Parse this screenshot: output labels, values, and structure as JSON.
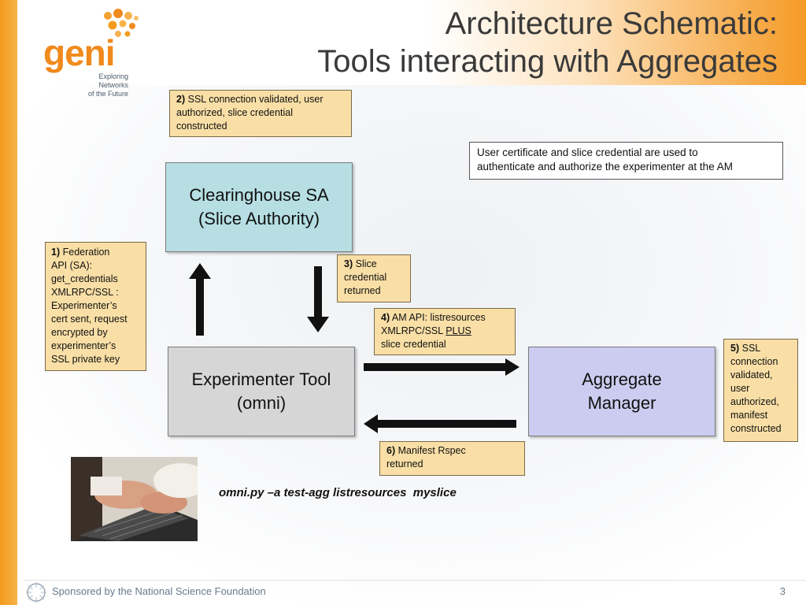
{
  "logo": {
    "word": "geni",
    "tagline_1": "Exploring Networks",
    "tagline_2": "of the Future"
  },
  "title": {
    "line1": "Architecture Schematic:",
    "line2": "Tools interacting with Aggregates"
  },
  "nodes": {
    "clearinghouse": {
      "line1": "Clearinghouse SA",
      "line2": "(Slice Authority)",
      "color": "#b7dfe3"
    },
    "experimenter_tool": {
      "line1": "Experimenter Tool",
      "line2": "(omni)",
      "color": "#d6d6d6"
    },
    "aggregate_manager": {
      "line1": "Aggregate",
      "line2": "Manager",
      "color": "#ccccf0"
    }
  },
  "notes": {
    "step1": {
      "num": "1)",
      "text_a": "Federation",
      "text_b": "API (SA):",
      "text_c": "get_credentials",
      "text_d": "XMLRPC/SSL :",
      "text_e": "Experimenter’s",
      "text_f": "cert sent, request",
      "text_g": "encrypted by",
      "text_h": "experimenter’s",
      "text_i": "SSL private key"
    },
    "step2": {
      "num": "2)",
      "text_a": "SSL connection validated, user",
      "text_b": "authorized, slice credential",
      "text_c": "constructed"
    },
    "step3": {
      "num": "3)",
      "text_a": "Slice",
      "text_b": "credential",
      "text_c": "returned"
    },
    "step4": {
      "num": "4)",
      "text_a": "AM API: listresources",
      "text_b": "XMLRPC/SSL",
      "text_plus": "PLUS",
      "text_c": "slice credential"
    },
    "step5": {
      "num": "5)",
      "text_a": "SSL",
      "text_b": "connection",
      "text_c": "validated,",
      "text_d": "user",
      "text_e": "authorized,",
      "text_f": "manifest",
      "text_g": "constructed"
    },
    "step6": {
      "num": "6)",
      "text_a": "Manifest Rspec",
      "text_b": "returned"
    },
    "auth_info": {
      "line1": "User certificate and slice credential are used to",
      "line2": "authenticate and authorize the experimenter at the AM"
    }
  },
  "command": "omni.py –a test-agg listresources  myslice",
  "footer": {
    "sponsor": "Sponsored by the National Science Foundation",
    "page": "3"
  },
  "colors": {
    "accent_orange": "#f39c1f",
    "note_fill": "#f9dfa6"
  }
}
